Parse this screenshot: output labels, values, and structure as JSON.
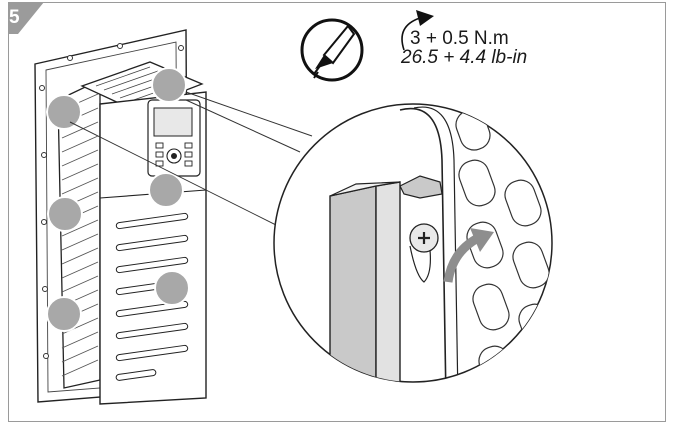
{
  "step": {
    "number": "5",
    "badge_color": "#9b9b9b"
  },
  "torque": {
    "metric": "3 + 0.5 N.m",
    "imperial": "26.5 + 4.4 lb-in"
  },
  "colors": {
    "marker": "#a8a8a8",
    "line": "#222222",
    "screen": "#c9c9c9",
    "panel": "#ececec",
    "arrow": "#8e8e8e"
  },
  "icons": {
    "tool": "screwdriver-icon",
    "rotation": "clockwise-arrow-icon",
    "screw": "phillips-screw-icon"
  }
}
